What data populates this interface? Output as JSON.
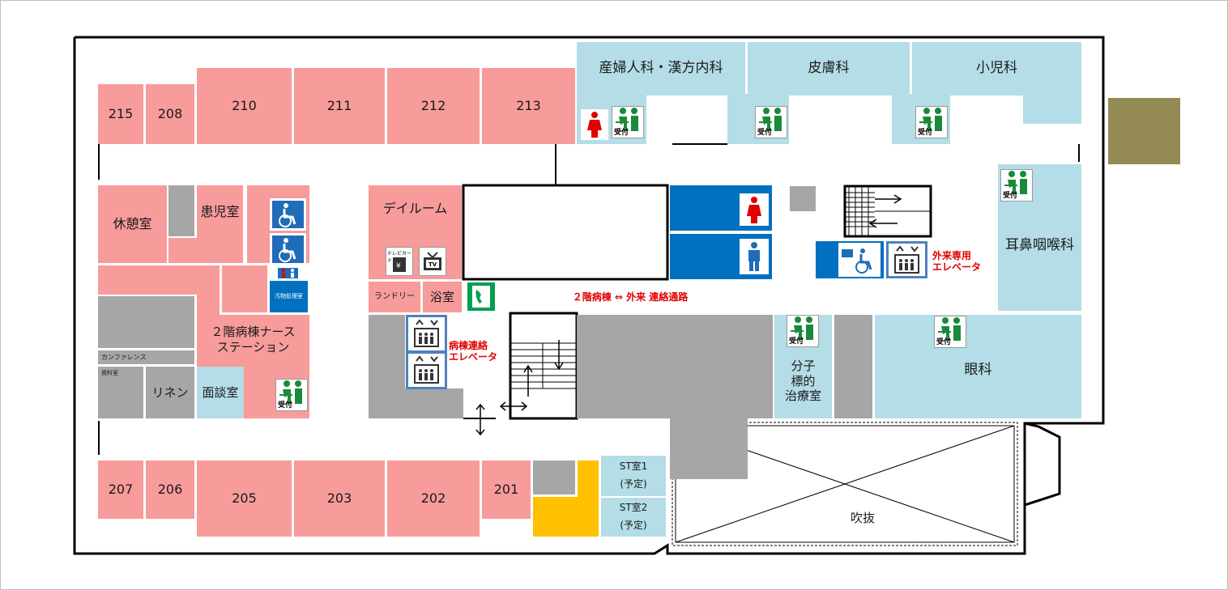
{
  "rooms": {
    "r215": "215",
    "r208": "208",
    "r210": "210",
    "r211": "211",
    "r212": "212",
    "r213": "213",
    "r207": "207",
    "r206": "206",
    "r205": "205",
    "r203": "203",
    "r202": "202",
    "r201": "201",
    "kyukei": "休憩室",
    "kanji": "患児室",
    "dayroom": "デイルーム",
    "laundry": "ランドリー",
    "yokushitsu": "浴室",
    "nurse_station": "２階病棟ナース\nステーション",
    "conference": "カンファレンス",
    "shiryo": "資料室",
    "linen": "リネン",
    "mendan": "面談室",
    "soiled": "汚物処理室",
    "st1": "ST室1\n(予定)",
    "st2": "ST室2\n(予定)",
    "fukinuke": "吹抜"
  },
  "departments": {
    "obgyn": "産婦人科・漢方内科",
    "derm": "皮膚科",
    "peds": "小児科",
    "ent": "耳鼻咽喉科",
    "eye": "眼科",
    "molecular": "分子\n標的\n治療室"
  },
  "labels": {
    "corridor": "２階病棟 ⇔ 外来 連絡通路",
    "ward_elevator": "病棟連絡\nエレベータ",
    "outpatient_elevator": "外来専用\nエレベータ",
    "reception": "受付",
    "tvcard": "テレビカード",
    "tv": "TV"
  },
  "colors": {
    "ward_room": "#f79b9b",
    "outpatient": "#b4dde7",
    "service": "#a6a6a6",
    "restroom": "#0070c0",
    "highlight": "#ffc000",
    "side_block": "#948a54",
    "label_red": "#e00000"
  },
  "icons": [
    "restroom-female-icon",
    "restroom-male-icon",
    "wheelchair-icon",
    "reception-icon",
    "tv-card-icon",
    "tv-icon",
    "telephone-icon",
    "elevator-icon",
    "stairs-icon",
    "arrow-icon"
  ]
}
